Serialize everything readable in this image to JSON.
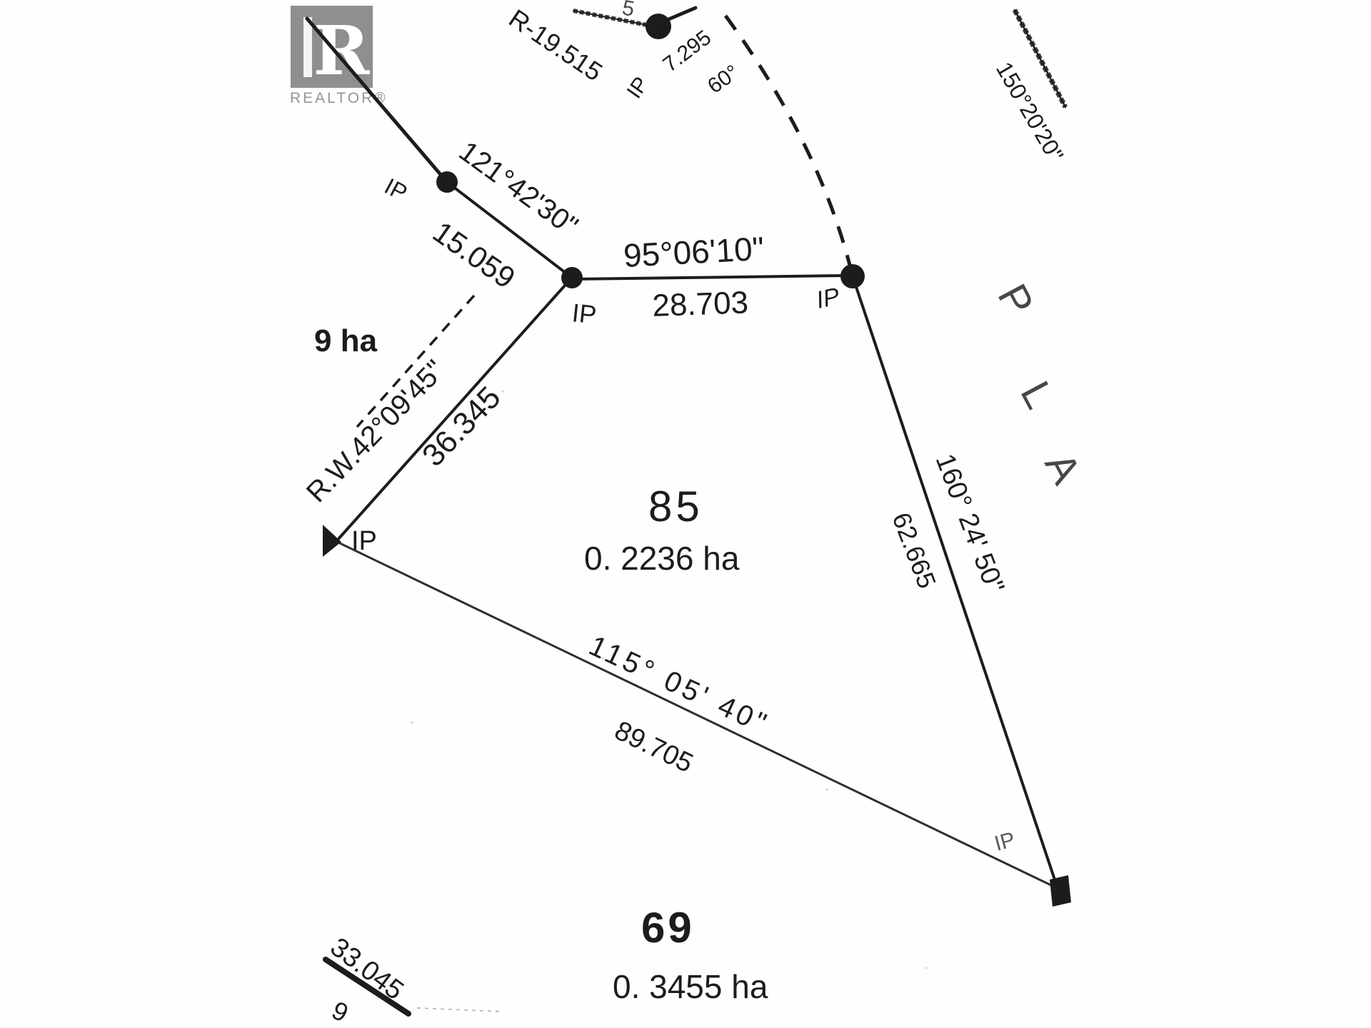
{
  "branding": {
    "logo_letter": "R",
    "logo_wordmark": "REALTOR®"
  },
  "markers": {
    "ip": "IP"
  },
  "parcels": {
    "lot85": {
      "id": "85",
      "area": "0. 2236 ha"
    },
    "lot69": {
      "id": "69",
      "area": "0. 3455 ha"
    },
    "adjacent_partial_area": "9 ha"
  },
  "annotations": {
    "curve_radius": "R-19.515",
    "dist_7_295": "7.295",
    "angle_60": "60°",
    "bearing_150": "150°20'20\"",
    "bearing_121": "121°42'30\"",
    "dist_15_059": "15.059",
    "bearing_95": "95°06'10\"",
    "dist_28_703": "28.703",
    "rw_bearing_42": "R.W.42°09'45\"",
    "dist_36_345": "36.345",
    "bearing_160": "160° 24' 50\"",
    "dist_62_665": "62.665",
    "bearing_115": "115° 05' 40\"",
    "dist_89_705": "89.705",
    "dist_33_045": "33.045",
    "partial_digit_top": "5",
    "partial_digit_bottom": "9",
    "plan_letters": [
      "P",
      "L",
      "A"
    ]
  },
  "colors": {
    "ink": "#1c1c1c",
    "logo_gray": "#8f8f8f",
    "faint_ink": "#5a5a5a"
  }
}
